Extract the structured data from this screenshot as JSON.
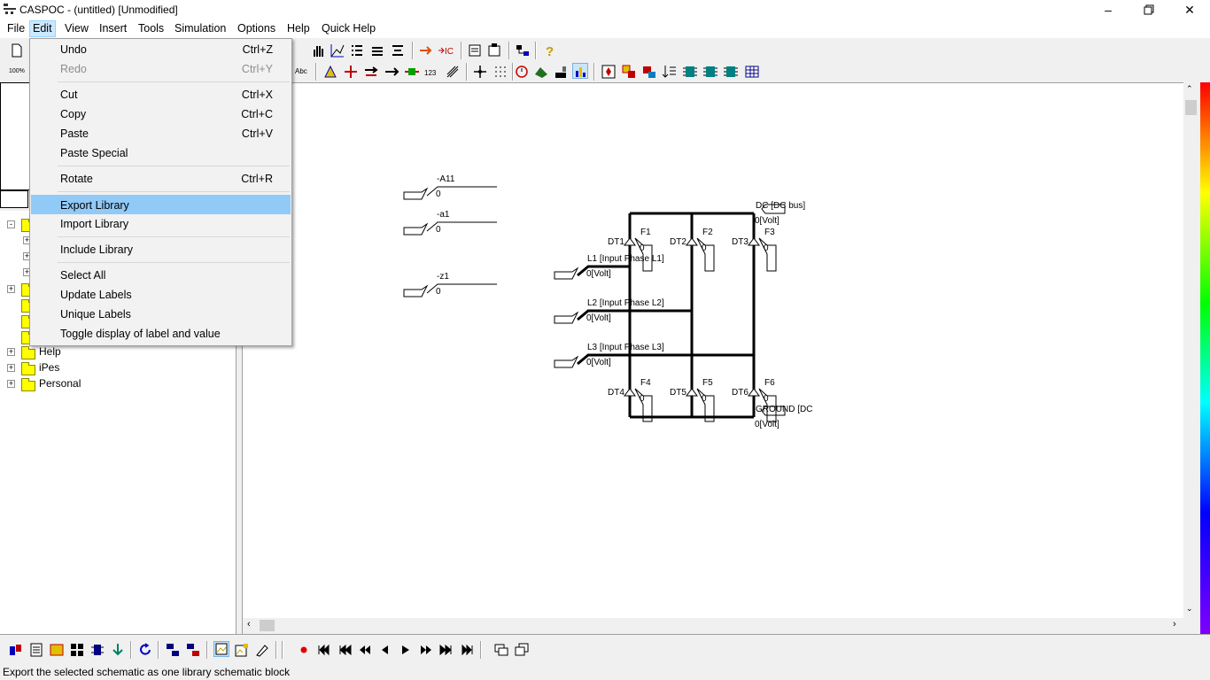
{
  "app": {
    "title": "CASPOC - (untitled) [Unmodified]",
    "icon_name": "caspoc-app-icon"
  },
  "window_controls": [
    "minimize-icon",
    "restore-icon",
    "close-icon"
  ],
  "menubar": {
    "items": [
      "File",
      "Edit",
      "View",
      "Insert",
      "Tools",
      "Simulation",
      "Options",
      "Help",
      "Quick Help"
    ],
    "active": "Edit"
  },
  "edit_menu": {
    "items": [
      {
        "label": "Undo",
        "shortcut": "Ctrl+Z",
        "enabled": true
      },
      {
        "label": "Redo",
        "shortcut": "Ctrl+Y",
        "enabled": false
      },
      {
        "label": "Cut",
        "shortcut": "Ctrl+X",
        "enabled": true
      },
      {
        "label": "Copy",
        "shortcut": "Ctrl+C",
        "enabled": true
      },
      {
        "label": "Paste",
        "shortcut": "Ctrl+V",
        "enabled": true
      },
      {
        "label": "Paste Special",
        "shortcut": "",
        "enabled": true
      },
      {
        "label": "Rotate",
        "shortcut": "Ctrl+R",
        "enabled": true
      },
      {
        "label": "Export Library",
        "shortcut": "",
        "enabled": true,
        "highlighted": true
      },
      {
        "label": "Import Library",
        "shortcut": "",
        "enabled": true
      },
      {
        "label": "Include Library",
        "shortcut": "",
        "enabled": true
      },
      {
        "label": "Select All",
        "shortcut": "",
        "enabled": true
      },
      {
        "label": "Update Labels",
        "shortcut": "",
        "enabled": true
      },
      {
        "label": "Unique Labels",
        "shortcut": "",
        "enabled": true
      },
      {
        "label": "Toggle display of label and value",
        "shortcut": "",
        "enabled": true
      }
    ]
  },
  "toolbar": {
    "zoom_label": "100%",
    "text_tool_label": "Abc",
    "counter_tool_label": "123"
  },
  "tree": {
    "items": [
      {
        "label": "Help"
      },
      {
        "label": "iPes"
      },
      {
        "label": "Personal"
      }
    ]
  },
  "schematic": {
    "inputs": [
      {
        "name": "-A11",
        "value": "0"
      },
      {
        "name": "-a1",
        "value": "0"
      },
      {
        "name": "-z1",
        "value": "0"
      }
    ],
    "phases": [
      {
        "label": "L1 [Input Phase L1]",
        "value": "0[Volt]"
      },
      {
        "label": "L2 [Input Phase L2]",
        "value": "0[Volt]"
      },
      {
        "label": "L3 [Input Phase L3]",
        "value": "0[Volt]"
      }
    ],
    "dc_bus": {
      "label": "DC [DC bus]",
      "value": "0[Volt]"
    },
    "ground": {
      "label": "GROUND [DC",
      "value": "0[Volt]"
    },
    "thyristors": [
      "DT1",
      "DT2",
      "DT3",
      "DT4",
      "DT5",
      "DT6"
    ],
    "firing": [
      "F1",
      "F2",
      "F3",
      "F4",
      "F5",
      "F6"
    ],
    "firing_value": "0"
  },
  "statusbar": {
    "text": "Export the selected schematic as one library schematic block"
  }
}
